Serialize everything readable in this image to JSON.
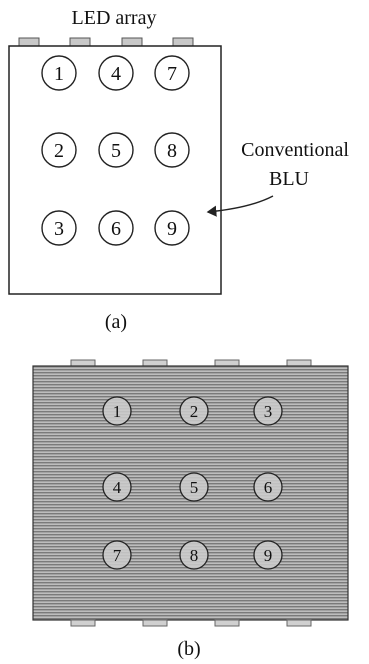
{
  "panel_a": {
    "title": "LED array",
    "annotation": [
      "Conventional",
      "BLU"
    ],
    "caption": "(a)",
    "led_count": 4,
    "zones": [
      [
        "1",
        "4",
        "7"
      ],
      [
        "2",
        "5",
        "8"
      ],
      [
        "3",
        "6",
        "9"
      ]
    ]
  },
  "panel_b": {
    "caption": "(b)",
    "led_count_top": 4,
    "led_count_bottom": 4,
    "zones": [
      [
        "1",
        "2",
        "3"
      ],
      [
        "4",
        "5",
        "6"
      ],
      [
        "7",
        "8",
        "9"
      ]
    ]
  },
  "colors": {
    "line": "#222222",
    "led_fill": "#c8c8c8",
    "texture_base": "#9a9a9a"
  }
}
